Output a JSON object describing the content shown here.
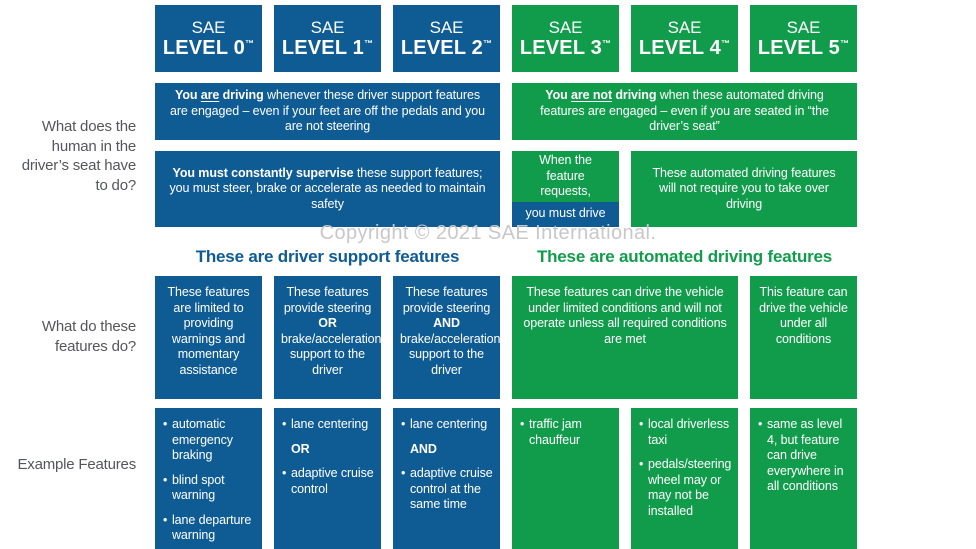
{
  "colors": {
    "blue": "#0f5b94",
    "green": "#119c4c",
    "label_gray": "#55565a",
    "watermark_gray": "#c8c8c8"
  },
  "icons": {
    "bullet": "•"
  },
  "headers": [
    {
      "brand": "SAE",
      "label": "LEVEL 0",
      "tm": "™"
    },
    {
      "brand": "SAE",
      "label": "LEVEL 1",
      "tm": "™"
    },
    {
      "brand": "SAE",
      "label": "LEVEL 2",
      "tm": "™"
    },
    {
      "brand": "SAE",
      "label": "LEVEL 3",
      "tm": "™"
    },
    {
      "brand": "SAE",
      "label": "LEVEL 4",
      "tm": "™"
    },
    {
      "brand": "SAE",
      "label": "LEVEL 5",
      "tm": "™"
    }
  ],
  "side_labels": {
    "human": "What does the human in the driver’s seat have to do?",
    "features": "What do these features do?",
    "examples": "Example Features"
  },
  "watermark": "Copyright © 2021 SAE International.",
  "section_headers": {
    "support": "These are driver support features",
    "automated": "These are automated driving features"
  },
  "human_rows": {
    "row1": {
      "support": {
        "bold_pre": "You ",
        "underline": "are",
        "bold_post": " driving",
        "rest": " whenever these driver support features are engaged – even if your feet are off the pedals and you are not steering"
      },
      "automated": {
        "bold_pre": "You ",
        "underline": "are not",
        "bold_post": " driving",
        "rest": " when these automated driving features are engaged – even if you are seated in “the driver’s seat”"
      }
    },
    "row2": {
      "support": {
        "bold": "You must constantly supervise",
        "rest": " these support features; you must steer, brake or accelerate as needed to maintain safety"
      },
      "level3_top": "When the feature requests,",
      "level3_bottom": "you must drive",
      "level45": "These automated driving features will not require you to take over driving"
    }
  },
  "what_features_do": {
    "level0": "These features are limited to providing warnings and momentary assistance",
    "level1": {
      "pre": "These features provide steering ",
      "conj": "OR",
      "post": " brake/acceleration support to the driver"
    },
    "level2": {
      "pre": "These features provide steering ",
      "conj": "AND",
      "post": " brake/acceleration support to the driver"
    },
    "level34": "These features can drive the vehicle under limited conditions and will not operate unless all required conditions are met",
    "level5": "This feature can drive the vehicle under all conditions"
  },
  "example_features": {
    "level0": [
      "automatic emergency braking",
      "blind spot warning",
      "lane departure warning"
    ],
    "level1": {
      "item1": "lane centering",
      "conj": "OR",
      "item2": "adaptive cruise control"
    },
    "level2": {
      "item1": "lane centering",
      "conj": "AND",
      "item2": "adaptive cruise control at the same time"
    },
    "level3": [
      "traffic jam chauffeur"
    ],
    "level4": [
      "local driverless taxi",
      "pedals/steering wheel may or may not be installed"
    ],
    "level5": [
      "same as level 4, but feature can drive everywhere in all conditions"
    ]
  }
}
